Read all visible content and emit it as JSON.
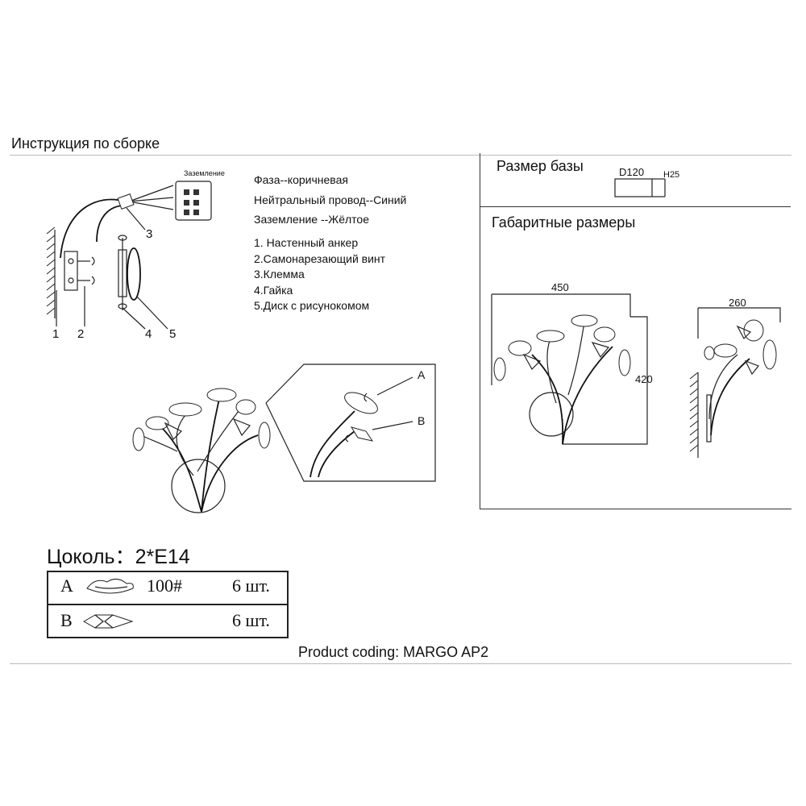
{
  "title": "Инструкция по сборке",
  "wiring": {
    "phase": "Фаза--коричневая",
    "neutral": "Нейтральный провод--Синий",
    "ground": "Заземление --Жёлтое"
  },
  "parts_list": [
    "1. Настенный анкер",
    "2.Самонарезающий винт",
    "3.Клемма",
    "4.Гайка",
    "5.Диск с рисунокомом"
  ],
  "callouts": {
    "n1": "1",
    "n2": "2",
    "n3": "3",
    "n4": "4",
    "n5": "5",
    "a": "A",
    "b": "B",
    "terminal_ground": "Заземление"
  },
  "base_size": {
    "heading": "Размер базы",
    "diameter": "D120",
    "height": "H25"
  },
  "overall": {
    "heading": "Габаритные размеры",
    "width": "450",
    "height": "420",
    "depth": "260"
  },
  "socket": {
    "label": "Цоколь：",
    "value": "2*E14"
  },
  "accessories": [
    {
      "letter": "A",
      "code": "100#",
      "qty": "6 шт."
    },
    {
      "letter": "B",
      "code": "",
      "qty": "6 шт."
    }
  ],
  "product_coding": "Product coding: MARGO AP2"
}
